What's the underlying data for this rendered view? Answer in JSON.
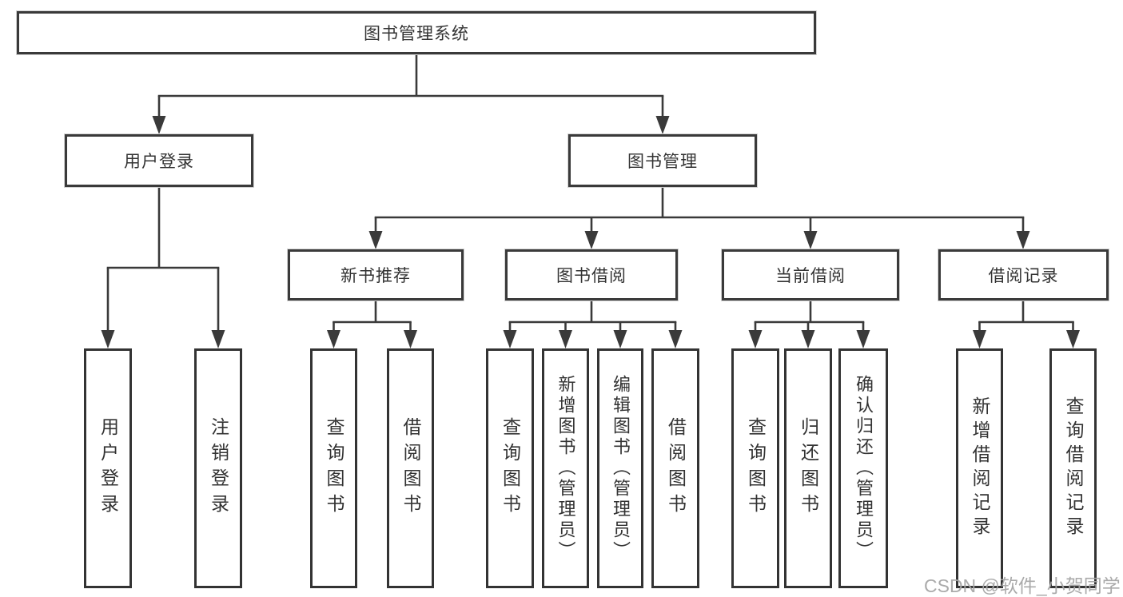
{
  "diagram_title": "图书管理系统",
  "nodes": {
    "root": "图书管理系统",
    "user_login": "用户登录",
    "book_mgmt": "图书管理",
    "new_book_rec": "新书推荐",
    "book_borrow": "图书借阅",
    "current_borrow": "当前借阅",
    "borrow_record": "借阅记录",
    "login": "用户登录",
    "logout": "注销登录",
    "rec_query_book": "查询图书",
    "rec_borrow_book": "借阅图书",
    "bb_query_book": "查询图书",
    "bb_add_book": "新增图书（管理员）",
    "bb_edit_book": "编辑图书（管理员）",
    "bb_borrow_book": "借阅图书",
    "cb_query_book": "查询图书",
    "cb_return_book": "归还图书",
    "cb_confirm_return": "确认归还（管理员）",
    "br_add_record": "新增借阅记录",
    "br_query_record": "查询借阅记录"
  },
  "structure": {
    "root": [
      "user_login",
      "book_mgmt"
    ],
    "user_login": [
      "login",
      "logout"
    ],
    "book_mgmt": [
      "new_book_rec",
      "book_borrow",
      "current_borrow",
      "borrow_record"
    ],
    "new_book_rec": [
      "rec_query_book",
      "rec_borrow_book"
    ],
    "book_borrow": [
      "bb_query_book",
      "bb_add_book",
      "bb_edit_book",
      "bb_borrow_book"
    ],
    "current_borrow": [
      "cb_query_book",
      "cb_return_book",
      "cb_confirm_return"
    ],
    "borrow_record": [
      "br_add_record",
      "br_query_record"
    ]
  },
  "watermark": "CSDN @软件_小贺同学",
  "colors": {
    "line": "#3a3a3a",
    "border": "#333333",
    "text": "#333333",
    "watermark": "#a5a5a5",
    "background": "#ffffff"
  }
}
